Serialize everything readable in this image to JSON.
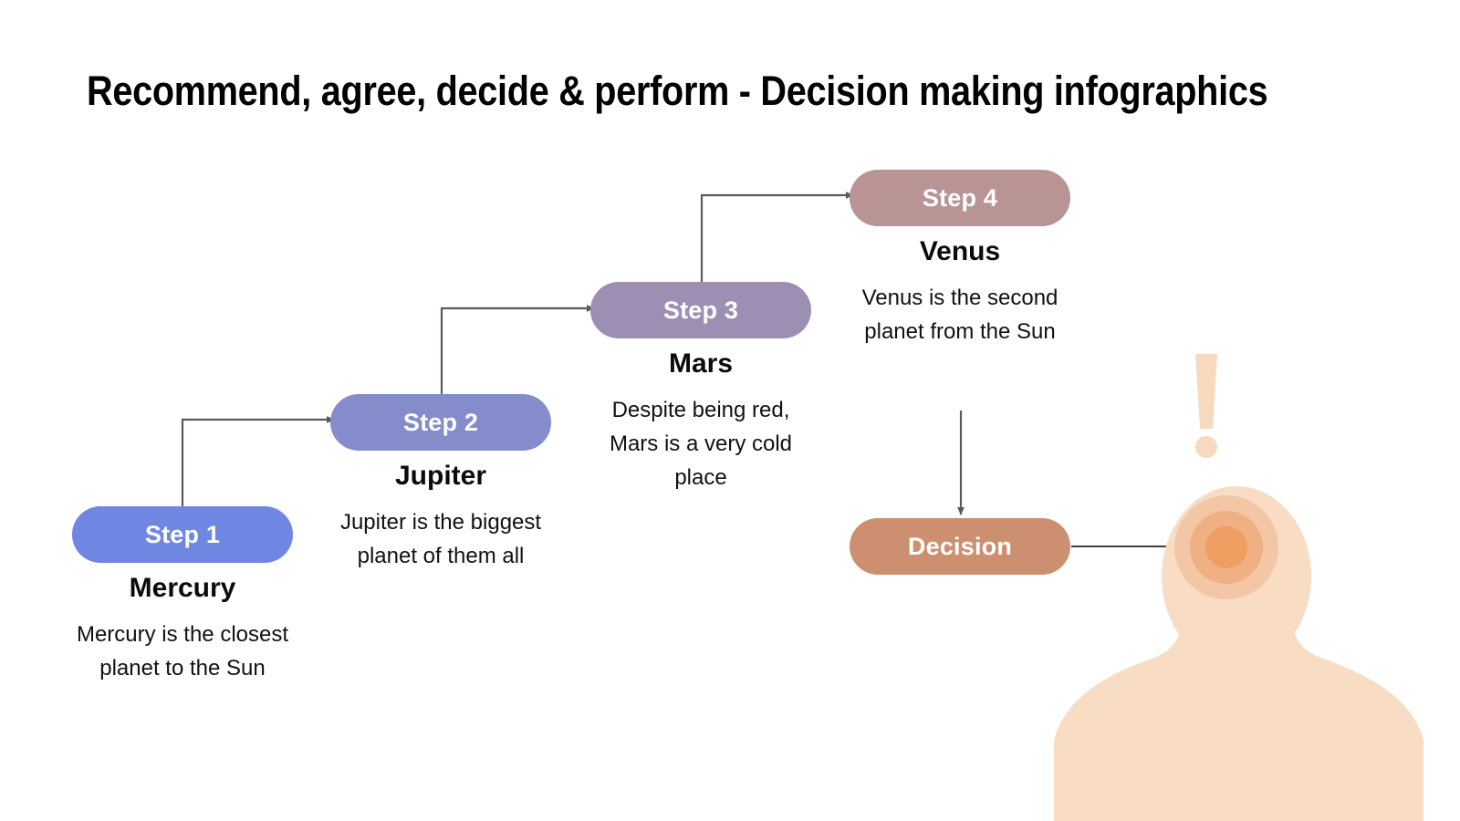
{
  "page": {
    "title": "Recommend, agree, decide & perform - Decision making infographics",
    "background": "#ffffff"
  },
  "steps": [
    {
      "pill_label": "Step 1",
      "heading": "Mercury",
      "body": "Mercury is the closest planet to the Sun",
      "color": "#6f86e3"
    },
    {
      "pill_label": "Step 2",
      "heading": "Jupiter",
      "body": "Jupiter is the biggest planet of them all",
      "color": "#858ccb"
    },
    {
      "pill_label": "Step 3",
      "heading": "Mars",
      "body": "Despite being red, Mars is a very cold place",
      "color": "#9d8fb3"
    },
    {
      "pill_label": "Step 4",
      "heading": "Venus",
      "body": "Venus is the second planet from the Sun",
      "color": "#b89494"
    }
  ],
  "decision": {
    "label": "Decision",
    "color": "#cc9070"
  },
  "illustration": {
    "name": "person-head-bust-with-target",
    "skin_color": "#f8dcc3",
    "accent_light": "#f2c3a0",
    "accent_mid": "#eeb186",
    "accent_dark": "#ec9f63",
    "exclamation_color": "#f7d9bd"
  },
  "connectors": {
    "line_color": "#5a5a5a",
    "arrow_count": 4
  }
}
